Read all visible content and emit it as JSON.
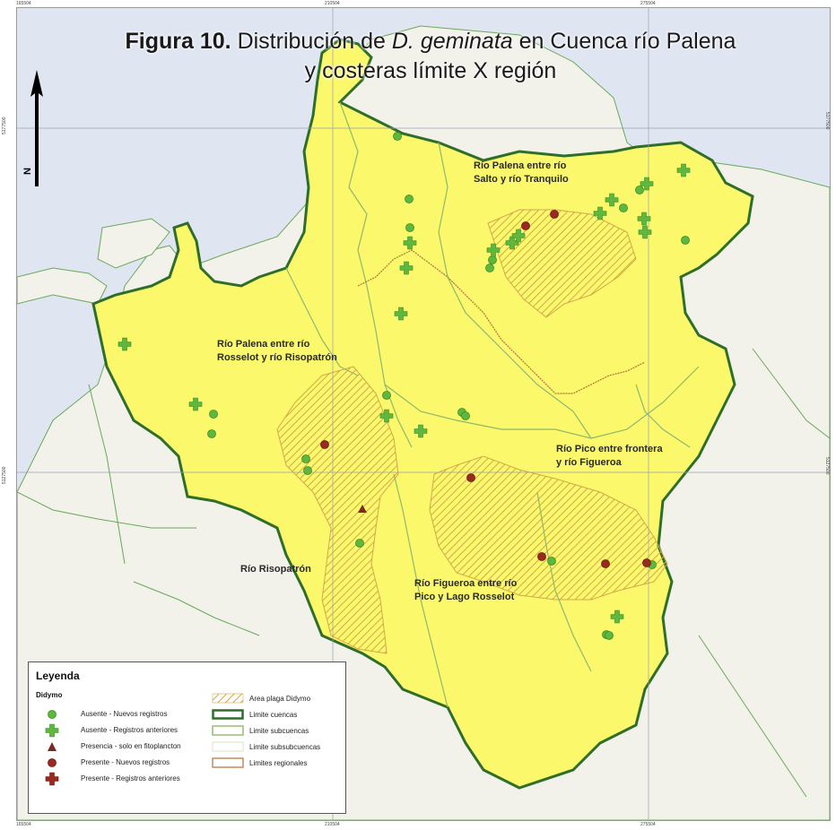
{
  "title": {
    "bold": "Figura 10.",
    "part1": " Distribución de ",
    "italic": "D. geminata",
    "part2": " en Cuenca río Palena",
    "line2": "y costeras límite X región"
  },
  "coords": {
    "top": [
      "165504",
      "210504",
      "275504"
    ],
    "bottom": [
      "165504",
      "210504",
      "275504"
    ],
    "left": [
      "5177500",
      "5127500"
    ],
    "right": [
      "5177500",
      "5127500"
    ]
  },
  "north_label": "N",
  "region_labels": [
    {
      "id": "palena-salto",
      "lines": [
        "Río Palena entre río",
        "Salto y río Tranquilo"
      ]
    },
    {
      "id": "palena-rosselot",
      "lines": [
        "Río Palena entre río",
        "Rosselot y río Risopatrón"
      ]
    },
    {
      "id": "pico-frontera",
      "lines": [
        "Río Pico entre frontera",
        "y río Figueroa"
      ]
    },
    {
      "id": "risopatron",
      "lines": [
        "Río Risopatrón"
      ]
    },
    {
      "id": "figueroa",
      "lines": [
        "Río Figueroa entre río",
        "Pico y Lago Rosselot"
      ]
    }
  ],
  "legend": {
    "title": "Leyenda",
    "subtitle": "Didymo",
    "left_items": [
      {
        "symbol": "green-circle",
        "label": "Ausente  - Nuevos registros"
      },
      {
        "symbol": "green-cross",
        "label": "Ausente  - Registros anteriores"
      },
      {
        "symbol": "red-triangle",
        "label": "Presencia - solo en fitoplancton"
      },
      {
        "symbol": "red-circle",
        "label": "Presente  - Nuevos registros"
      },
      {
        "symbol": "red-cross",
        "label": "Presente  - Registros anteriores"
      }
    ],
    "right_items": [
      {
        "symbol": "hatch",
        "label": "Area plaga Didymo"
      },
      {
        "symbol": "cuenca",
        "label": "Limite cuencas"
      },
      {
        "symbol": "subcuenca",
        "label": "Limite subcuencas"
      },
      {
        "symbol": "subsubcuenca",
        "label": "Limite subsubcuencas"
      },
      {
        "symbol": "regional",
        "label": "Limites regionales"
      }
    ]
  },
  "colors": {
    "water": "#dfe6f2",
    "land_outside": "#f2f1ea",
    "basin": "#fbf86c",
    "basin_border": "#2f6e2a",
    "subbasin": "#8fb86a",
    "regional": "#b0703a",
    "hatch": "#d8b455",
    "green_marker": "#5fb83e",
    "red_marker": "#9a2a20"
  }
}
